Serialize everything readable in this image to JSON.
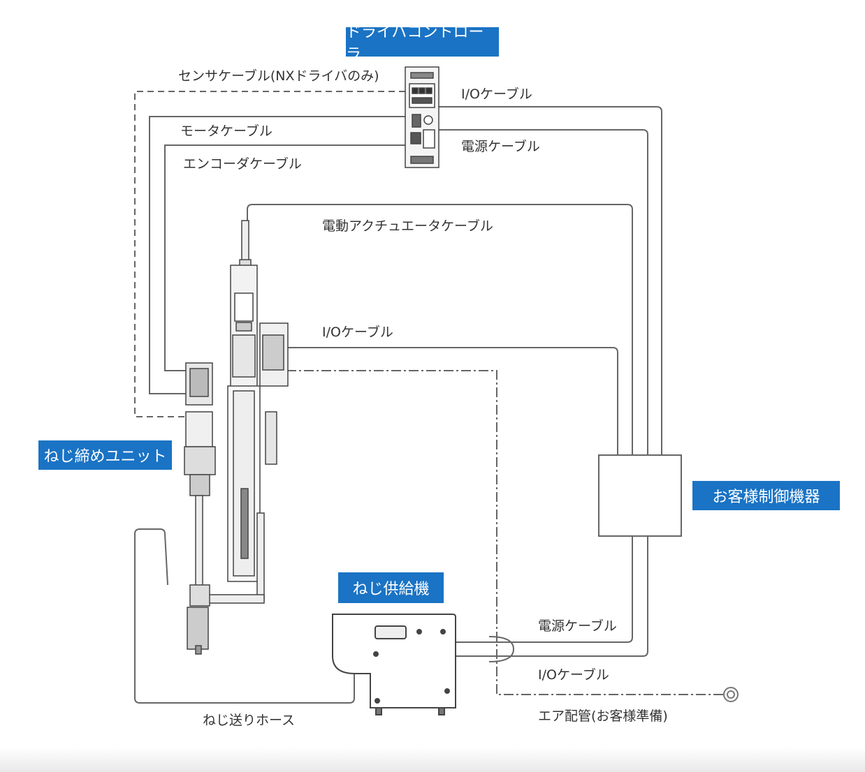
{
  "labels": {
    "driver_controller": "ドライバコントローラ",
    "screw_unit": "ねじ締めユニット",
    "customer_control": "お客様制御機器",
    "screw_feeder": "ねじ供給機"
  },
  "cables": {
    "sensor": "センサケーブル(NXドライバのみ)",
    "io_top": "I/Oケーブル",
    "motor": "モータケーブル",
    "power_top": "電源ケーブル",
    "encoder": "エンコーダケーブル",
    "actuator": "電動アクチュエータケーブル",
    "io_mid": "I/Oケーブル",
    "power_bottom": "電源ケーブル",
    "io_bottom": "I/Oケーブル",
    "hose": "ねじ送りホース",
    "air": "エア配管(お客様準備)"
  },
  "colors": {
    "label_bg": "#1a73c4",
    "line": "#555555"
  }
}
